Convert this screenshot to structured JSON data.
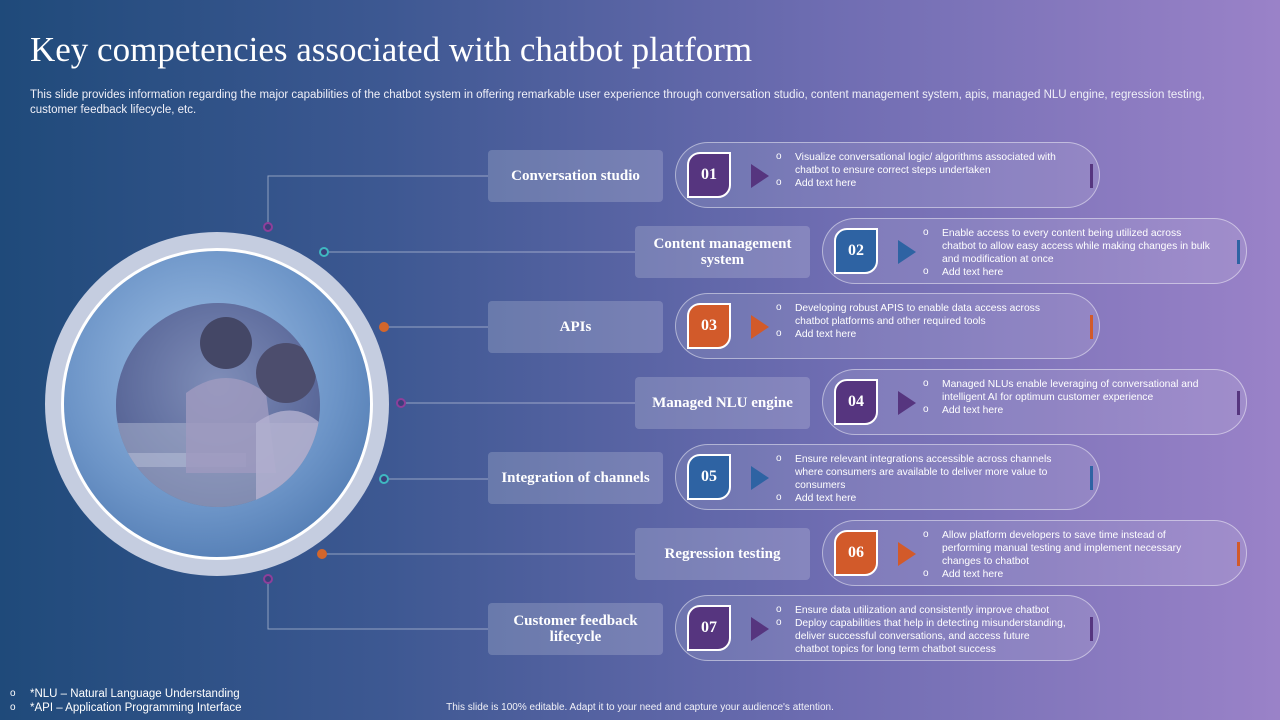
{
  "title": "Key competencies associated with chatbot platform",
  "subtitle": "This slide provides information regarding the major capabilities of the chatbot system in offering remarkable user experience through conversation studio, content management system, apis, managed NLU engine, regression testing, customer feedback lifecycle, etc.",
  "colors": {
    "purple": "#56357f",
    "blue": "#2e63a3",
    "orange": "#d25a2a",
    "purple_marker": "#8e3f9a",
    "teal_marker": "#3fb8c1",
    "orange_marker": "#d3662b"
  },
  "items": [
    {
      "label": "Conversation studio",
      "number": "01",
      "accent": "purple",
      "bullets": [
        "Visualize conversational logic/ algorithms associated with chatbot to ensure correct steps undertaken",
        "Add text here"
      ]
    },
    {
      "label": "Content management system",
      "number": "02",
      "accent": "blue",
      "bullets": [
        "Enable access to every content being utilized across chatbot to allow easy access while making changes in bulk and modification at once",
        "Add text here"
      ]
    },
    {
      "label": "APIs",
      "number": "03",
      "accent": "orange",
      "bullets": [
        "Developing robust APIS to enable data access across chatbot platforms and other required tools",
        "Add text here"
      ]
    },
    {
      "label": "Managed NLU engine",
      "number": "04",
      "accent": "purple",
      "bullets": [
        "Managed NLUs enable leveraging of conversational and intelligent AI for optimum customer experience",
        "Add text here"
      ]
    },
    {
      "label": "Integration of channels",
      "number": "05",
      "accent": "blue",
      "bullets": [
        "Ensure relevant integrations accessible across channels where consumers are available to deliver more value to consumers",
        "Add text here"
      ]
    },
    {
      "label": "Regression testing",
      "number": "06",
      "accent": "orange",
      "bullets": [
        "Allow platform developers to save time instead of performing manual testing and implement necessary changes to chatbot",
        "Add text here"
      ]
    },
    {
      "label": "Customer feedback lifecycle",
      "number": "07",
      "accent": "purple",
      "bullets": [
        "Ensure data utilization and consistently improve chatbot",
        "Deploy capabilities that help in detecting misunderstanding, deliver successful conversations, and access future chatbot topics for long term chatbot success"
      ]
    }
  ],
  "footnotes": [
    "*NLU – Natural Language Understanding",
    "*API – Application Programming Interface"
  ],
  "bottom_note": "This slide is 100% editable. Adapt it to your need and capture your audience's attention."
}
